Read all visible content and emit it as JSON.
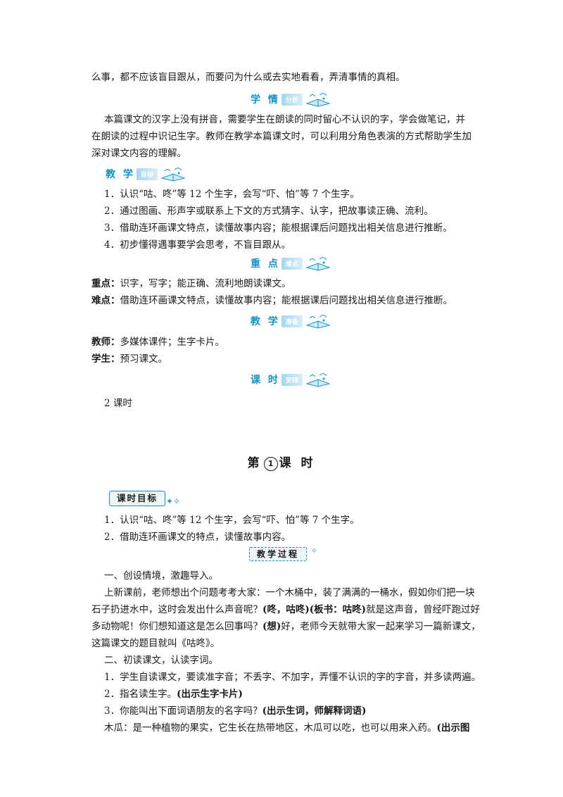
{
  "intro_line": "么事，都不应该盲目跟从，而要问为什么或去实地看看，弄清事情的真相。",
  "sections": {
    "s1": {
      "main": "学 情",
      "sub": "分析"
    },
    "s2": {
      "main": "教 学",
      "sub": "目标"
    },
    "s3": {
      "main": "重 点",
      "sub": "难点"
    },
    "s4": {
      "main": "教 学",
      "sub": "准备"
    },
    "s5": {
      "main": "课 时",
      "sub": "安排"
    }
  },
  "analysis": [
    "本篇课文的汉字上没有拼音，需要学生在朗读的同时留心不认识的字，学会做笔记，并",
    "在朗读的过程中识记生字。教师在教学本篇课文时，可以利用分角色表演的方式帮助学生加",
    "深对课文内容的理解。"
  ],
  "goals": [
    "1．认识“咕、咚”等 12 个生字，会写“吓、怕”等 7 个生字。",
    "2．通过图画、形声字或联系上下文的方式猜字、认字，把故事读正确、流利。",
    "3．借助连环画课文特点，读懂故事内容；能根据课后问题找出相关信息进行推断。",
    "4．初步懂得遇事要学会思考，不盲目跟从。"
  ],
  "key_points": {
    "key_label": "重点：",
    "key_text": "识字，写字；能正确、流利地朗读课文。",
    "difficult_label": "难点：",
    "difficult_text": "借助连环画课文特点，读懂故事内容；能根据课后问题找出相关信息进行推断。"
  },
  "preparation": {
    "teacher_label": "教师：",
    "teacher_text": "多媒体课件；生字卡片。",
    "student_label": "学生：",
    "student_text": "预习课文。"
  },
  "schedule": "2 课时",
  "lesson": {
    "pre": "第",
    "num": "1",
    "post": "课 时"
  },
  "lesson_goals_tag": "课时目标",
  "lesson_goals": [
    "1．认识“咕、咚”等 12 个生字，会写“吓、怕”等 7 个生字。",
    "2．借助连环画课文的特点，读懂故事内容。"
  ],
  "process_tag": "教学过程",
  "process": {
    "p1": "一、创设情境，激趣导入。",
    "p2": "上新课前，老师想出个问题考考大家：一个木桶中，装了满满的一桶水，假如你们把一块",
    "p3a": "石子扔进水中，这时会发出什么声音呢？",
    "p3b": "(咚，咕咚)(板书：咕咚)",
    "p3c": "就是这声音，曾经吓跑过好",
    "p4a": "多动物呢！你们想知道这是怎么回事吗？",
    "p4b": "(想)",
    "p4c": "好，老师今天就带大家一起来学习一篇新课文，",
    "p5": "这篇课文的题目就叫《咕咚》。",
    "p6": "二、初读课文，认读字词。",
    "p7": "1．学生自读课文，要读准字音；不丢字、不加字，弄懂不认识的字的字音，并多读两遍。",
    "p8a": "2．指名读生字。",
    "p8b": "(出示生字卡片)",
    "p9a": "3．你能叫出下面词语朋友的名字吗？",
    "p9b": "(出示生词，师解释词语)",
    "p10a": "木瓜：是一种植物的果实，它生长在热带地区，木瓜可以吃，也可以用来入药。",
    "p10b": "(出示图"
  }
}
